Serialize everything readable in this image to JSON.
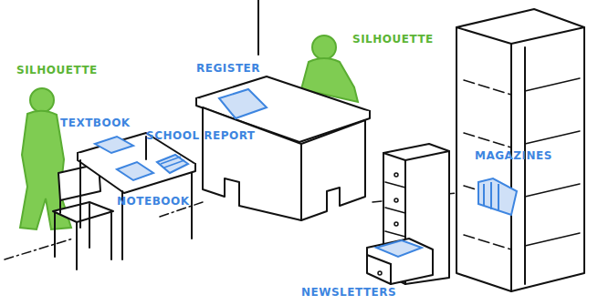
{
  "diagram": {
    "labels": [
      "SILHOUETTE",
      "TEXTBOOK",
      "SCHOOL REPORT",
      "NOTEBOOK",
      "REGISTER",
      "SILHOUETTE",
      "NEWSLETTERS",
      "MAGAZINES"
    ]
  }
}
